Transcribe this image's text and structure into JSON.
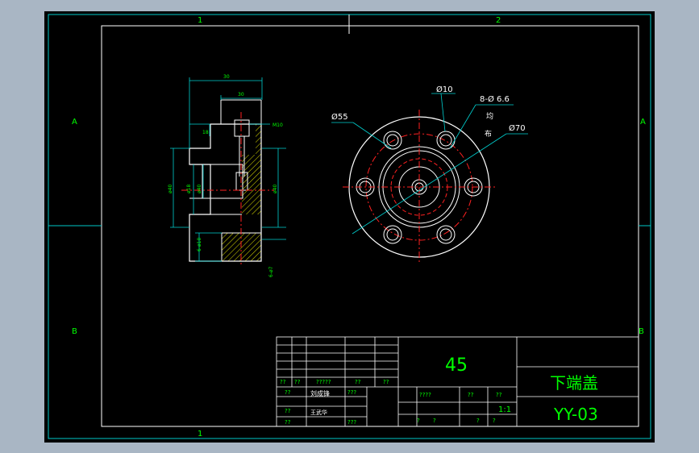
{
  "zones": {
    "top": [
      "1",
      "2"
    ],
    "bottom": [
      "1"
    ],
    "left": [
      "A",
      "B"
    ],
    "right": [
      "A",
      "B"
    ]
  },
  "section_dims": {
    "top1": "30",
    "top2": "30",
    "d1": "ø40",
    "d2": "ø18",
    "d3": "ø40",
    "d4": "ø40",
    "r1": "M10",
    "s1": "18",
    "s2": "6-ø10",
    "s3": "6-ø7"
  },
  "plan_dims": {
    "dia10": "Ø10",
    "holes": "8-Ø 6.6",
    "jun": "均",
    "bu": "布",
    "dia55": "Ø55",
    "dia70": "Ø70"
  },
  "title_block": {
    "material": "45",
    "part_name": "下端盖",
    "drawing_no": "YY-03",
    "scale": "1:1",
    "designer": "刘成锋",
    "checker": "王武华",
    "q2": "??",
    "q3": "???",
    "q4": "????",
    "q5": "?????",
    "q1": "?"
  },
  "colors": {
    "frame": "#ffffff",
    "border": "#00c8c8",
    "part": "#ffffff",
    "center": "#ff2020",
    "dim": "#00d0d0",
    "hatch": "#e0e000",
    "text": "#00ff00"
  }
}
